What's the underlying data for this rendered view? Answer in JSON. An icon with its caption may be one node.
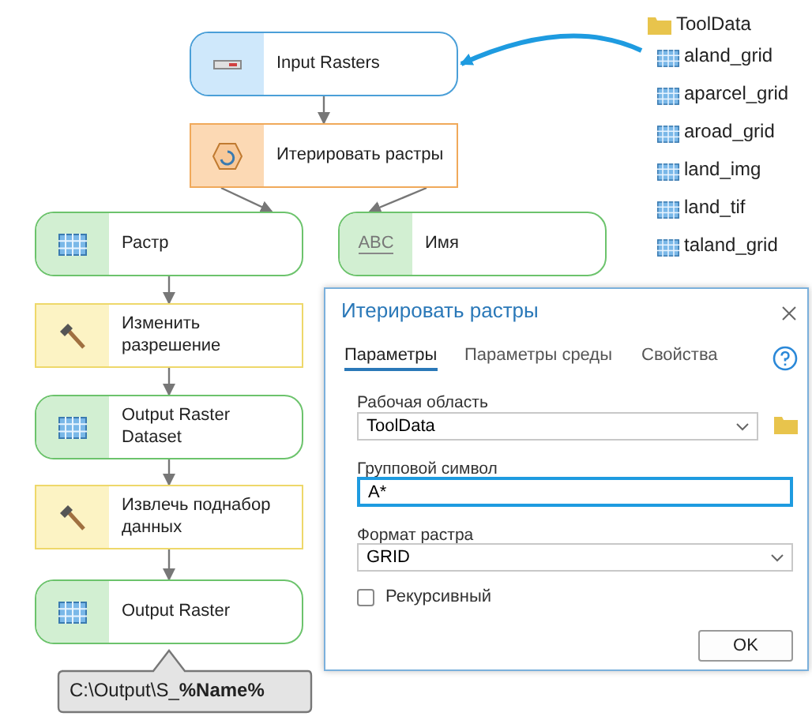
{
  "diagram": {
    "nodes": [
      {
        "text": [
          "Input Rasters"
        ]
      },
      {
        "text": [
          "Итерировать растры"
        ]
      },
      {
        "text": [
          "Растр"
        ]
      },
      {
        "text": [
          "ABC",
          "Имя"
        ]
      },
      {
        "text": [
          "Изменить разрешение"
        ]
      },
      {
        "text": [
          "Output Raster Dataset"
        ]
      },
      {
        "text": [
          "Извлечь поднабор данных"
        ]
      },
      {
        "text": [
          "Output Raster"
        ],
        "beside": [
          "C:\\Output\\S_**%Name%**"
        ]
      },
      {
        "text": [
          "ToolData",
          "aland_grid",
          "aparcel_grid",
          "aroad_grid",
          "land_img",
          "land_tif",
          "taland_grid"
        ]
      },
      {
        "text": [
          "Итерировать растры"
        ]
      }
    ],
    "edges": [
      {
        "from": 0,
        "to": 1,
        "arrow": "to"
      },
      {
        "from": 1,
        "to": 2,
        "arrow": "to"
      },
      {
        "from": 1,
        "to": 3,
        "arrow": "to"
      },
      {
        "from": 2,
        "to": 4,
        "arrow": "to"
      },
      {
        "from": 4,
        "to": 5,
        "arrow": "to"
      },
      {
        "from": 5,
        "to": 6,
        "arrow": "to"
      },
      {
        "from": 6,
        "to": 7,
        "arrow": "to"
      },
      {
        "from": 8,
        "to": 0,
        "arrow": "to",
        "style": "thick",
        "color": "#1e9be0"
      }
    ],
    "labels": [
      "Параметры",
      "Параметры среды",
      "Свойства",
      "Рабочая область",
      "ToolData",
      "Групповой символ",
      "A*",
      "Формат растра",
      "GRID",
      "Рекурсивный",
      "OK"
    ]
  }
}
